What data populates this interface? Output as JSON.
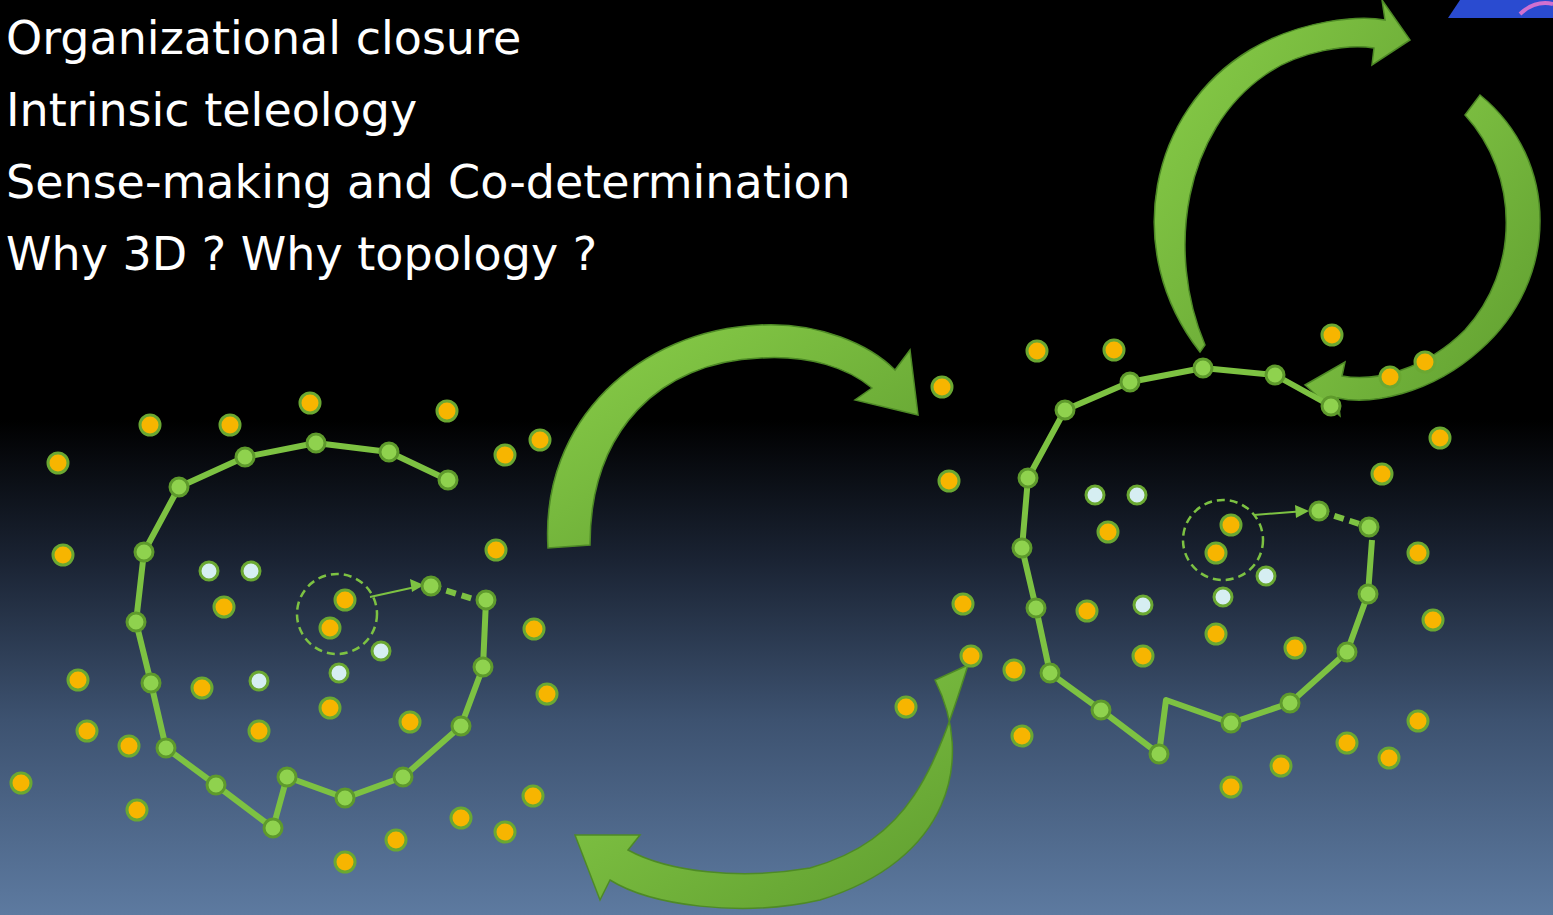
{
  "diagram": {
    "labels": [
      "Organizational closure",
      "Intrinsic teleology",
      "Sense-making and Co-determination",
      "Why 3D ? Why topology ?"
    ]
  }
}
